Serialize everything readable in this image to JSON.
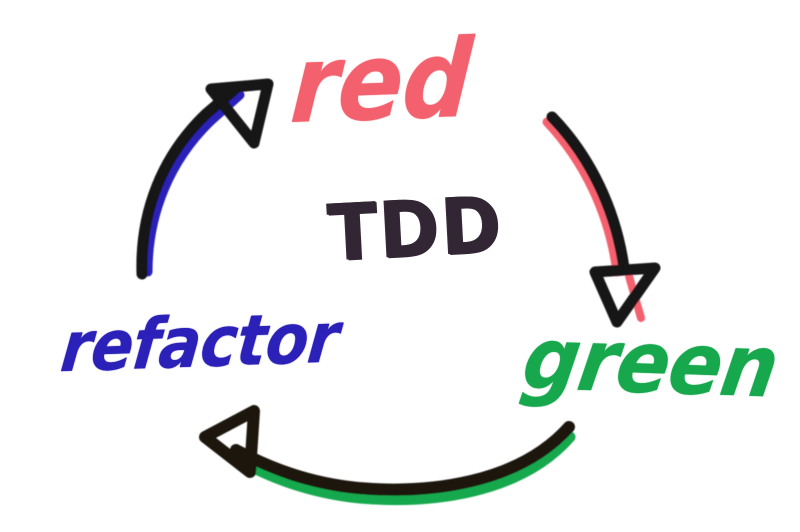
{
  "diagram": {
    "title": "TDD",
    "background_color": "#ffffff",
    "center_label": {
      "text": "TDD",
      "color": "#322634",
      "name": "tdd-center-label"
    },
    "stages": [
      {
        "id": "red",
        "text": "red",
        "color": "#f4616e",
        "position": "top"
      },
      {
        "id": "green",
        "text": "green",
        "color": "#17a84e",
        "position": "bottom-right"
      },
      {
        "id": "refactor",
        "text": "refactor",
        "color": "#2b20b8",
        "position": "bottom-left"
      }
    ],
    "arrows": [
      {
        "id": "refactor-to-red",
        "from": "refactor",
        "to": "red",
        "stroke_color": "#121212",
        "accent_color": "#2b20b8",
        "head": "hollow-triangle",
        "direction": "up-right"
      },
      {
        "id": "red-to-green",
        "from": "red",
        "to": "green",
        "stroke_color": "#121212",
        "accent_color": "#f4616e",
        "head": "hollow-triangle",
        "direction": "down"
      },
      {
        "id": "green-to-refactor",
        "from": "green",
        "to": "refactor",
        "stroke_color": "#1c1410",
        "accent_color": "#17a84e",
        "head": "hollow-triangle",
        "direction": "left"
      }
    ]
  }
}
